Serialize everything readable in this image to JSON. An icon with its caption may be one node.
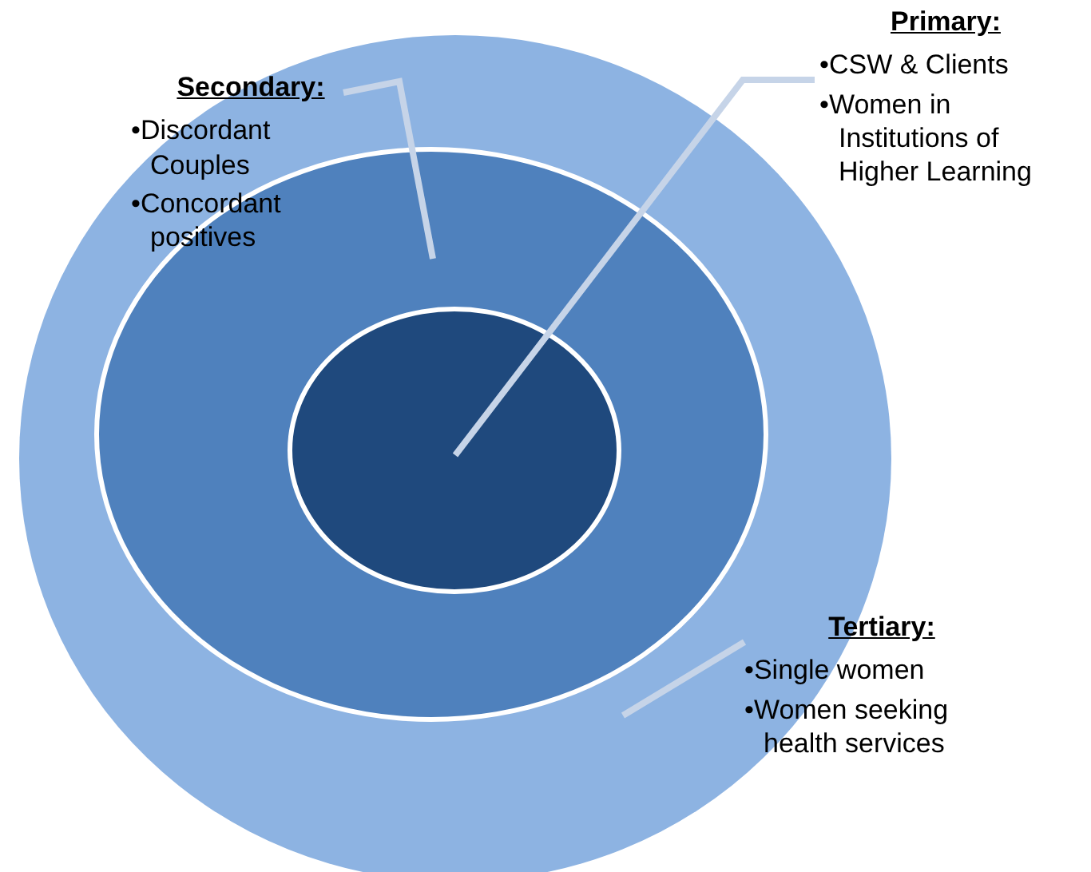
{
  "diagram": {
    "nodes": [
      {
        "text": [],
        "shape": "circle"
      },
      {
        "text": [],
        "shape": "circle",
        "in": 0
      },
      {
        "text": [],
        "shape": "circle",
        "in": 1
      },
      {
        "text": [
          "Primary:",
          "•CSW & Clients",
          "•Women in Institutions of Higher Learning"
        ]
      },
      {
        "text": [
          "Secondary:",
          "•Discordant Couples",
          "•Concordant positives"
        ],
        "in": 0
      },
      {
        "text": [
          "Tertiary:",
          "•Single women",
          "•Women seeking health services"
        ]
      }
    ],
    "edges": [
      {
        "from": 3,
        "to": 2,
        "arrow": "none"
      },
      {
        "from": 4,
        "to": 1,
        "arrow": "none"
      },
      {
        "from": 5,
        "to": 0,
        "arrow": "none"
      }
    ]
  }
}
